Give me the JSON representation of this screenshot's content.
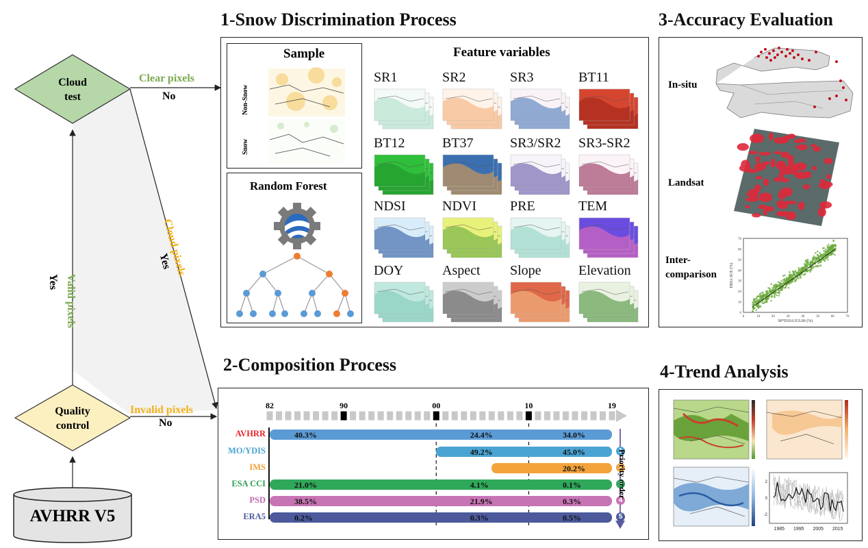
{
  "flow": {
    "database_label": "AVHRR V5",
    "quality_control": "Quality\ncontrol",
    "cloud_test": "Cloud\ntest",
    "valid_pixels": "Valid pixels",
    "yes_valid": "Yes",
    "clear_pixels": "Clear pixels",
    "no_clear": "No",
    "cloud_pixels": "Cloud pixels",
    "yes_cloud": "Yes",
    "invalid_pixels": "Invalid pixels",
    "no_invalid": "No",
    "colors": {
      "diamond_green": "#b6d7a8",
      "diamond_yellow": "#fdf0c0",
      "green_text": "#7aaa4f",
      "orange_text": "#f2b21a"
    }
  },
  "snow_discrimination": {
    "title": "1-Snow Discrimination Process",
    "sample_title": "Sample",
    "sample_labels": [
      "Non-Snow",
      "Snow"
    ],
    "random_forest_title": "Random Forest",
    "feature_title": "Feature variables",
    "features": [
      "SR1",
      "SR2",
      "SR3",
      "BT11",
      "BT12",
      "BT37",
      "SR3/SR2",
      "SR3-SR2",
      "NDSI",
      "NDVI",
      "PRE",
      "TEM",
      "DOY",
      "Aspect",
      "Slope",
      "Elevation"
    ]
  },
  "composition": {
    "title": "2-Composition Process",
    "years": [
      "82",
      "90",
      "00",
      "10",
      "19"
    ],
    "priority_label": "Priority order",
    "rows": [
      {
        "name": "AVHRR",
        "color": "#e8232a",
        "bar": "#5b9bd5",
        "values": [
          "40.3%",
          "24.4%",
          "34.0%"
        ],
        "priority": ""
      },
      {
        "name": "MO/YDIS",
        "color": "#4aa3d3",
        "bar": "#4aa3d3",
        "values": [
          "49.2%",
          "45.0%"
        ],
        "priority": "1"
      },
      {
        "name": "IMS",
        "color": "#f2a33a",
        "bar": "#f2a33a",
        "values": [
          "20.2%"
        ],
        "priority": "2"
      },
      {
        "name": "ESA CCI",
        "color": "#2f9e55",
        "bar": "#2fa85a",
        "values": [
          "21.0%",
          "4.1%",
          "0.1%"
        ],
        "priority": "3"
      },
      {
        "name": "PSD",
        "color": "#c06ab0",
        "bar": "#c774b4",
        "values": [
          "38.5%",
          "21.9%",
          "0.3%"
        ],
        "priority": "4"
      },
      {
        "name": "ERA5",
        "color": "#4c5a9c",
        "bar": "#4c5a9c",
        "values": [
          "0.2%",
          "0.3%",
          "0.5%"
        ],
        "priority": "5"
      }
    ]
  },
  "accuracy": {
    "title": "3-Accuracy Evaluation",
    "labels": [
      "In-situ",
      "Landsat",
      "Inter-\ncomparison"
    ],
    "scatter": {
      "xlabel": "M*D10A1GL06 (%)",
      "ylabel": "HMA SCE (%)",
      "xticks": [
        "0",
        "10",
        "20",
        "30",
        "40",
        "50",
        "60",
        "70"
      ],
      "yticks": [
        "0",
        "10",
        "20",
        "30",
        "40",
        "50",
        "60",
        "70"
      ]
    }
  },
  "trend": {
    "title": "4-Trend Analysis",
    "xticks": [
      "1985",
      "1995",
      "2005",
      "2015"
    ],
    "yticks": [
      "2",
      "0",
      "-2"
    ]
  }
}
